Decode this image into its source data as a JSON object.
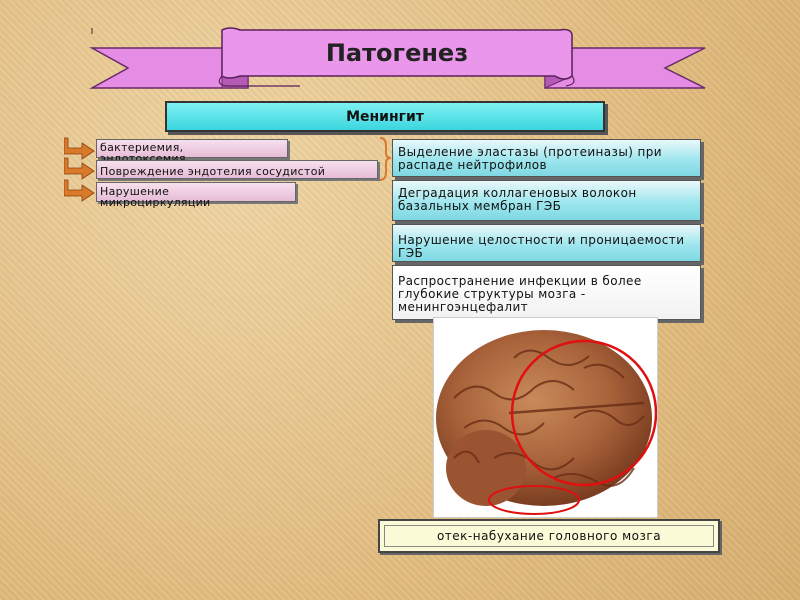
{
  "slide": {
    "title": "Патогенез",
    "subtitle": "Менингит",
    "causes": [
      {
        "label": "бактериемия, эндотоксемия"
      },
      {
        "label": "Повреждение эндотелия сосудистой"
      },
      {
        "label": "Нарушение микроциркуляции"
      }
    ],
    "steps": [
      {
        "label": "Выделение эластазы (протеиназы) при распаде нейтрофилов"
      },
      {
        "label": "Деградация коллагеновых волокон базальных мембран ГЭБ"
      },
      {
        "label": "Нарушение целостности и проницаемости ГЭБ"
      },
      {
        "label": "Распространение инфекции в более глубокие структуры мозга - менингоэнцефалит"
      }
    ],
    "result": "отек-набухание головного мозга"
  },
  "colors": {
    "banner": "#e88ee8",
    "header": "#3ad6de",
    "arrow": "#d87a30",
    "circle": "#e01010"
  }
}
